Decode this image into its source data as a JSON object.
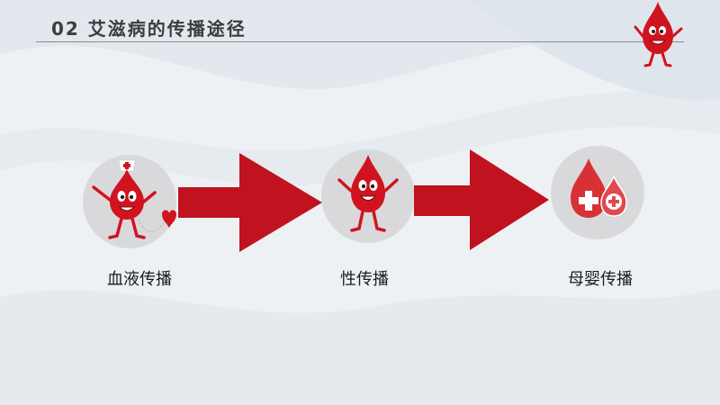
{
  "slide": {
    "title": "02 艾滋病的传播途径",
    "accent_color": "#c1121f",
    "steps": [
      {
        "label": "血液传播",
        "icon": "nurse-blood-drop-icon"
      },
      {
        "label": "性传播",
        "icon": "blood-drop-mascot-icon"
      },
      {
        "label": "母婴传播",
        "icon": "mother-baby-blood-drops-icon"
      }
    ]
  }
}
